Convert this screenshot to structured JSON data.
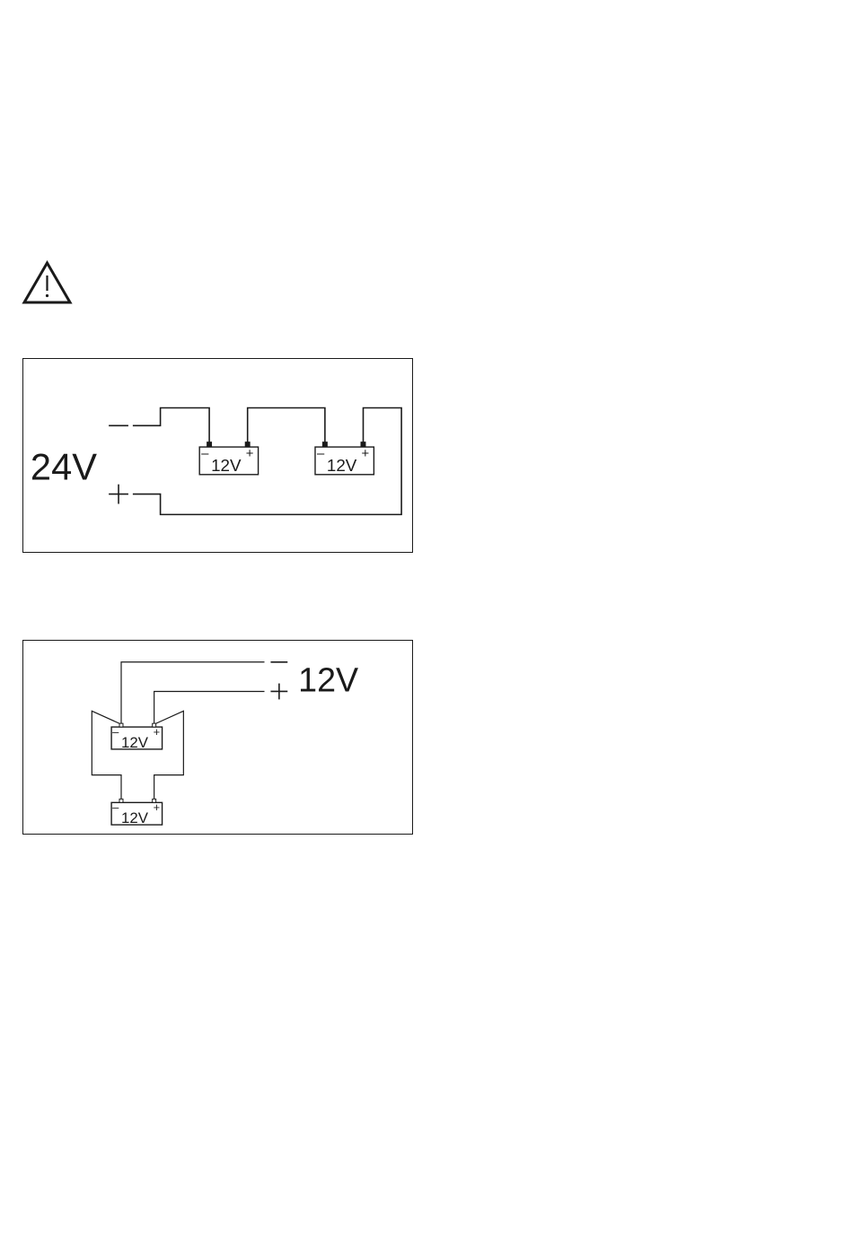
{
  "warning": {
    "icon": "warning-triangle-icon"
  },
  "diagram_series": {
    "system_voltage": "24V",
    "negative_symbol": "–",
    "positive_symbol": "+",
    "batteries": [
      {
        "label": "12V",
        "neg": "–",
        "pos": "+"
      },
      {
        "label": "12V",
        "neg": "–",
        "pos": "+"
      }
    ]
  },
  "diagram_parallel": {
    "system_voltage": "12V",
    "negative_symbol": "–",
    "positive_symbol": "+",
    "batteries": [
      {
        "label": "12V",
        "neg": "–",
        "pos": "+"
      },
      {
        "label": "12V",
        "neg": "–",
        "pos": "+"
      }
    ]
  }
}
